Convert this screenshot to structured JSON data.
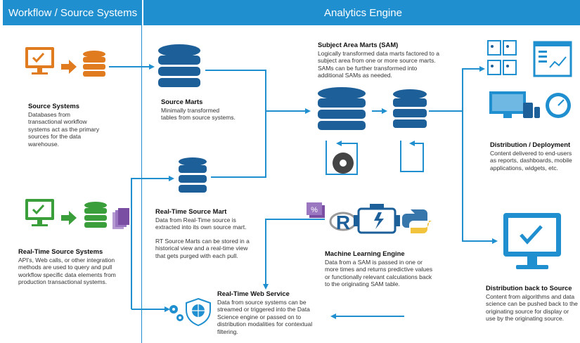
{
  "header": {
    "left_title": "Workflow / Source Systems",
    "right_title": "Analytics Engine"
  },
  "colors": {
    "header_bg": "#1f8fcf",
    "orange": "#e07b1f",
    "green": "#3a9e3a",
    "navy": "#1d5f99",
    "blue": "#1f8fcf",
    "purple": "#7a4fa3"
  },
  "blocks": {
    "source_systems": {
      "title": "Source Systems",
      "text": "Databases from transactional workflow systems act as the primary sources for the data warehouse."
    },
    "realtime_source_systems": {
      "title": "Real-Time Source Systems",
      "text": "API's, Web calls, or other integration methods are used to query and pull workflow specific data elements from production transactional systems."
    },
    "source_marts": {
      "title": "Source Marts",
      "text": "Minimally transformed tables from source systems."
    },
    "realtime_source_mart": {
      "title": "Real-Time Source Mart",
      "text": "Data from Real-Time source is extracted into its own source mart.",
      "text2": "RT Source Marts can be stored in a historical view and a real-time view that gets purged with each pull."
    },
    "sam": {
      "title": "Subject Area Marts (SAM)",
      "text": "Logically transformed data marts factored to a subject area from one or more source marts. SAMs can be further transformed into additional SAMs as needed."
    },
    "ml_engine": {
      "title": "Machine Learning Engine",
      "text": "Data from a SAM is passed in one or more times and returns predictive values or functionally relevant calculations back to the originating SAM table."
    },
    "realtime_web_service": {
      "title": "Real-Time Web Service",
      "text": "Data from source systems can be streamed or triggered into the Data Science engine or passed on to distribution modalities for contextual filtering."
    },
    "distribution_deployment": {
      "title": "Distribution / Deployment",
      "text": "Content delivered to end-users as reports, dashboards, mobile applications, widgets, etc."
    },
    "distribution_back": {
      "title": "Distribution back to Source",
      "text": "Content from algorithms and data science can be pushed back to the originating source for display or use by the originating source."
    }
  },
  "icons": {
    "r_letter": "R",
    "percent": "%"
  }
}
